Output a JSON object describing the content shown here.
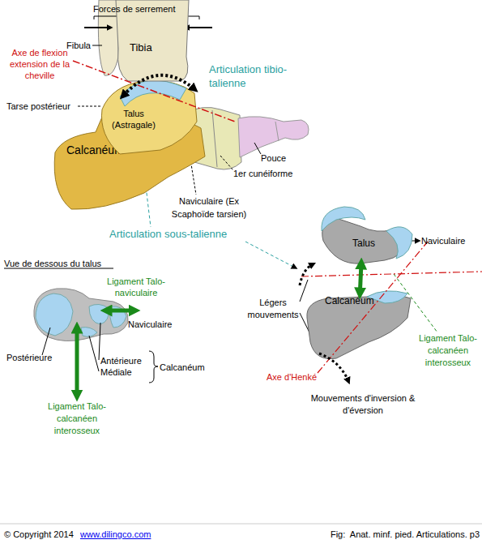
{
  "diagram": {
    "nodes": [
      {
        "text": [
          "Tibia"
        ]
      },
      {
        "text": [
          "Talus (Astragale)"
        ]
      },
      {
        "text": [
          "Calcanéum"
        ]
      },
      {
        "text": [
          "Talus"
        ]
      },
      {
        "text": [
          "Calcanéum"
        ]
      }
    ],
    "edges": [
      {
        "from": 3,
        "to": 4,
        "arrow": "both"
      }
    ],
    "labels": [
      "Forces de serrement",
      "Fibula",
      "Axe de flexion extension de la cheville",
      "Articulation tibio-talienne",
      "Tarse postérieur",
      "Pouce",
      "1er cunéiforme",
      "Naviculaire (Ex Scaphoïde tarsien)",
      "Articulation sous-talienne",
      "Naviculaire",
      "Vue de dessous du talus",
      "Ligament Talo-naviculaire",
      "Naviculaire",
      "Postérieure",
      "Antérieure",
      "Médiale",
      "Calcanéum",
      "Ligament Talo-calcanéen interosseux",
      "Légers mouvements",
      "Ligament Talo-calcanéen interosseux",
      "Axe d'Henké",
      "Mouvements d'inversion & d'éversion",
      "© Copyright 2014",
      "www.dilingco.com",
      "Fig:  Anat. minf. pied. Articulations. p3"
    ]
  }
}
